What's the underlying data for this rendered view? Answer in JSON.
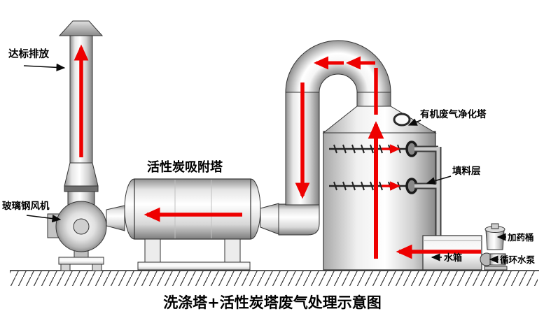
{
  "diagram": {
    "title": "洗涤塔+活性炭塔废气处理示意图",
    "labels": {
      "emission": "达标排放",
      "fan": "玻璃钢风机",
      "carbon_tower": "活性炭吸附塔",
      "purify_tower": "有机废气净化塔",
      "packing_layer": "填料层",
      "water_tank": "水箱",
      "dosing_barrel": "加药桶",
      "circulating_pump": "循环水泵"
    }
  },
  "colors": {
    "flow_arrow": "#ee0000",
    "outline": "#333333",
    "label_text": "#000000",
    "background": "#ffffff"
  }
}
